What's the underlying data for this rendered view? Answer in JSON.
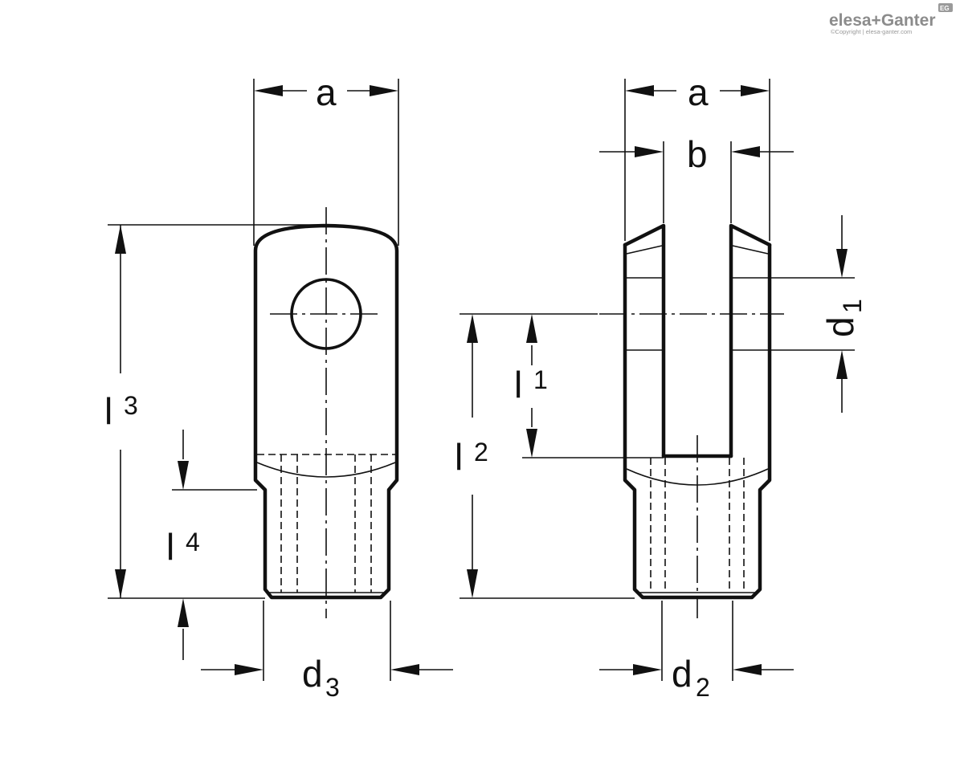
{
  "logo": {
    "brand": "elesa+Ganter",
    "badge": "EG",
    "copyright": "©Copyright | elesa-ganter.com"
  },
  "dimensions": {
    "a_left": "a",
    "a_right": "a",
    "b": "b",
    "d1": {
      "main": "d",
      "sub": "1"
    },
    "d2": {
      "main": "d",
      "sub": "2"
    },
    "d3": {
      "main": "d",
      "sub": "3"
    },
    "l1": {
      "main": "l",
      "sub": "1"
    },
    "l2": {
      "main": "l",
      "sub": "2"
    },
    "l3": {
      "main": "l",
      "sub": "3"
    },
    "l4": {
      "main": "l",
      "sub": "4"
    }
  }
}
